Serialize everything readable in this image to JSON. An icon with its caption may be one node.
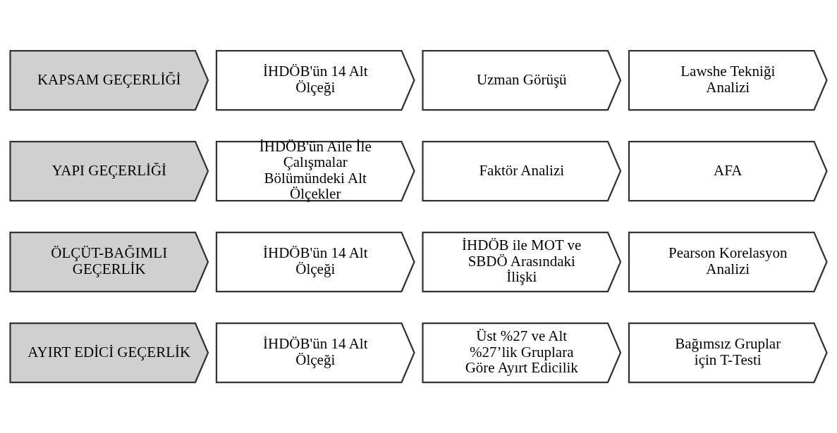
{
  "diagram": {
    "nodes": [
      {
        "text": [
          "KAPSAM GEÇERLİĞİ"
        ]
      },
      {
        "text": [
          "İHDÖB'ün 14 Alt Ölçeği"
        ]
      },
      {
        "text": [
          "Uzman Görüşü"
        ]
      },
      {
        "text": [
          "Lawshe Tekniği Analizi"
        ]
      },
      {
        "text": [
          "YAPI GEÇERLİĞİ"
        ]
      },
      {
        "text": [
          "İHDÖB'ün Aile İle Çalışmalar Bölümündeki Alt Ölçekler"
        ]
      },
      {
        "text": [
          "Faktör Analizi"
        ]
      },
      {
        "text": [
          "AFA"
        ]
      },
      {
        "text": [
          "ÖLÇÜT-BAĞIMLI GEÇERLİK"
        ]
      },
      {
        "text": [
          "İHDÖB'ün 14 Alt Ölçeği"
        ]
      },
      {
        "text": [
          "İHDÖB ile MOT ve SBDÖ Arasındaki İlişki"
        ]
      },
      {
        "text": [
          "Pearson Korelasyon Analizi"
        ]
      },
      {
        "text": [
          "AYIRT EDİCİ GEÇERLİK"
        ]
      },
      {
        "text": [
          "İHDÖB'ün 14 Alt Ölçeği"
        ]
      },
      {
        "text": [
          "Üst %27 ve Alt %27’lik Gruplara Göre Ayırt Edicilik"
        ]
      },
      {
        "text": [
          "Bağımsız Gruplar için T-Testi"
        ]
      }
    ]
  }
}
